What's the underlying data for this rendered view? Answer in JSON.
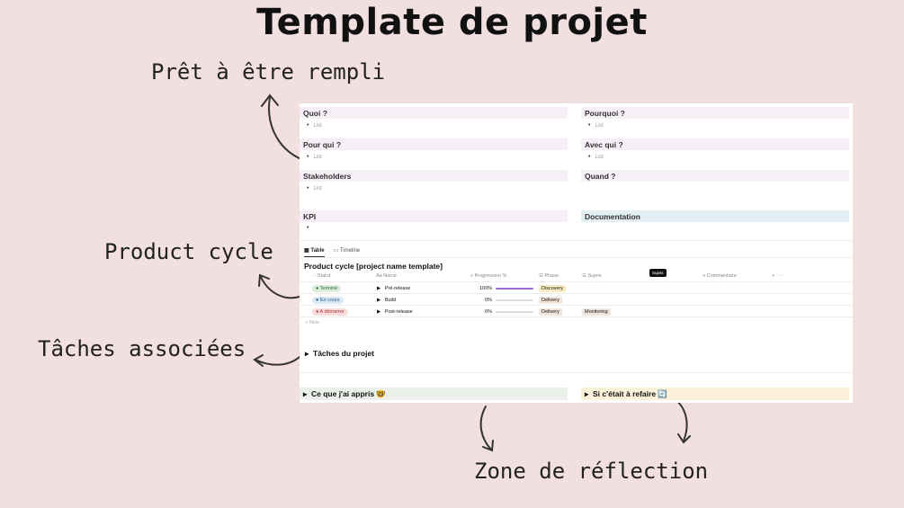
{
  "title": "Template de projet",
  "annotations": {
    "pret": "Prêt à être rempli",
    "cycle": "Product cycle",
    "taches": "Tâches associées",
    "zone": "Zone de réflection"
  },
  "blocks": [
    {
      "title": "Quoi ?",
      "item": "List"
    },
    {
      "title": "Pourquoi ?",
      "item": "List"
    },
    {
      "title": "Pour qui ?",
      "item": "List"
    },
    {
      "title": "Avec qui ?",
      "item": "List"
    },
    {
      "title": "Stakeholders",
      "item": "List"
    },
    {
      "title": "Quand ?",
      "item": ""
    },
    {
      "title": "KPI",
      "item": ""
    },
    {
      "title": "Documentation",
      "item": ""
    }
  ],
  "tabs": [
    "Table",
    "Timeline"
  ],
  "database": {
    "title": "Product cycle [project name template]",
    "columns": [
      "Statut",
      "Name",
      "Progression %",
      "Phase",
      "Sujets",
      "Commentaire"
    ],
    "tooltip": "Sujets",
    "rows": [
      {
        "statut": "Terminé",
        "name": "Pré-release",
        "progress": "100%",
        "progress_value": 1.0,
        "phase": "Discovery",
        "sujets": ""
      },
      {
        "statut": "En cours",
        "name": "Build",
        "progress": "0%",
        "progress_value": 0,
        "phase": "Delivery",
        "sujets": ""
      },
      {
        "statut": "A démarrer",
        "name": "Post-release",
        "progress": "0%",
        "progress_value": 0,
        "phase": "Delivery",
        "sujets": "Monitoring"
      }
    ],
    "new_label": "New"
  },
  "taches": "Tâches du projet",
  "reflection": {
    "left": "Ce que j'ai appris 🤓",
    "right": "Si c'était à refaire 🔄"
  }
}
